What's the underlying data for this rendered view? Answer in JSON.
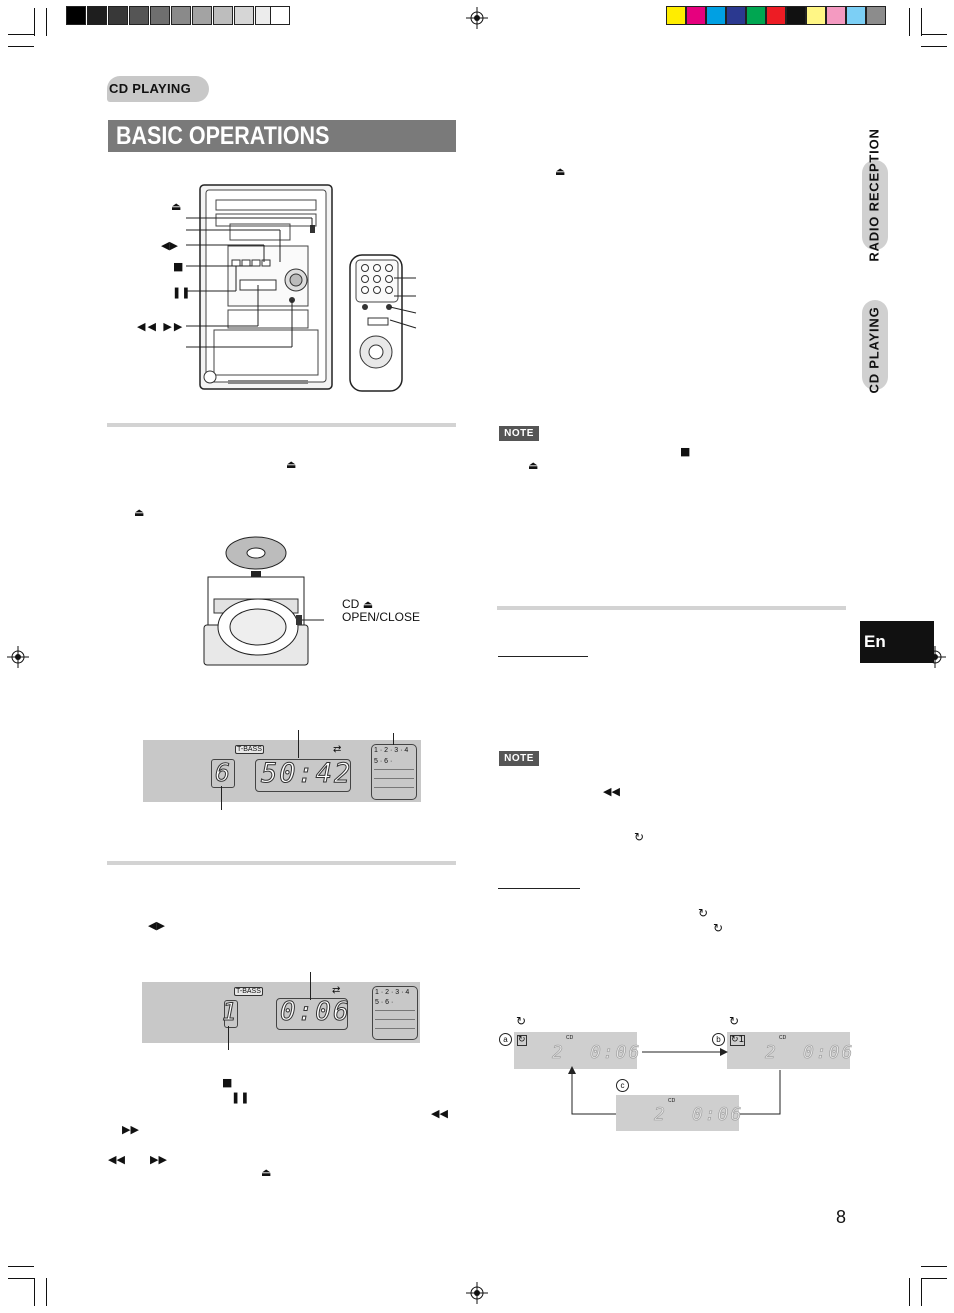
{
  "header": {
    "section_tag": "CD PLAYING",
    "title": "BASIC OPERATIONS"
  },
  "side_tabs": {
    "radio": "RADIO RECEPTION",
    "cd": "CD PLAYING",
    "language": "En"
  },
  "figure_load": {
    "button_label_line1": "CD",
    "button_label_line2": "OPEN/CLOSE"
  },
  "display1": {
    "tbass": "T-BASS",
    "track_count": "6",
    "total_time": "50:42",
    "grid_row1": "1 · 2 · 3 · 4",
    "grid_row2": "5 · 6 ·"
  },
  "display2": {
    "tbass": "T-BASS",
    "track": "1",
    "time": "0:06",
    "grid_row1": "1 · 2 · 3 · 4",
    "grid_row2": "5 · 6 ·"
  },
  "notes": {
    "badge": "NOTE"
  },
  "repeat_displays": {
    "marker_a": "a",
    "marker_b": "b",
    "marker_c": "c",
    "track": "2",
    "time": "0:06",
    "tag": "CD"
  },
  "page_number": "8",
  "icons": [
    "eject-icon",
    "play-pause-icon",
    "stop-icon",
    "pause-icon",
    "rewind-icon",
    "fast-forward-icon",
    "repeat-icon"
  ]
}
